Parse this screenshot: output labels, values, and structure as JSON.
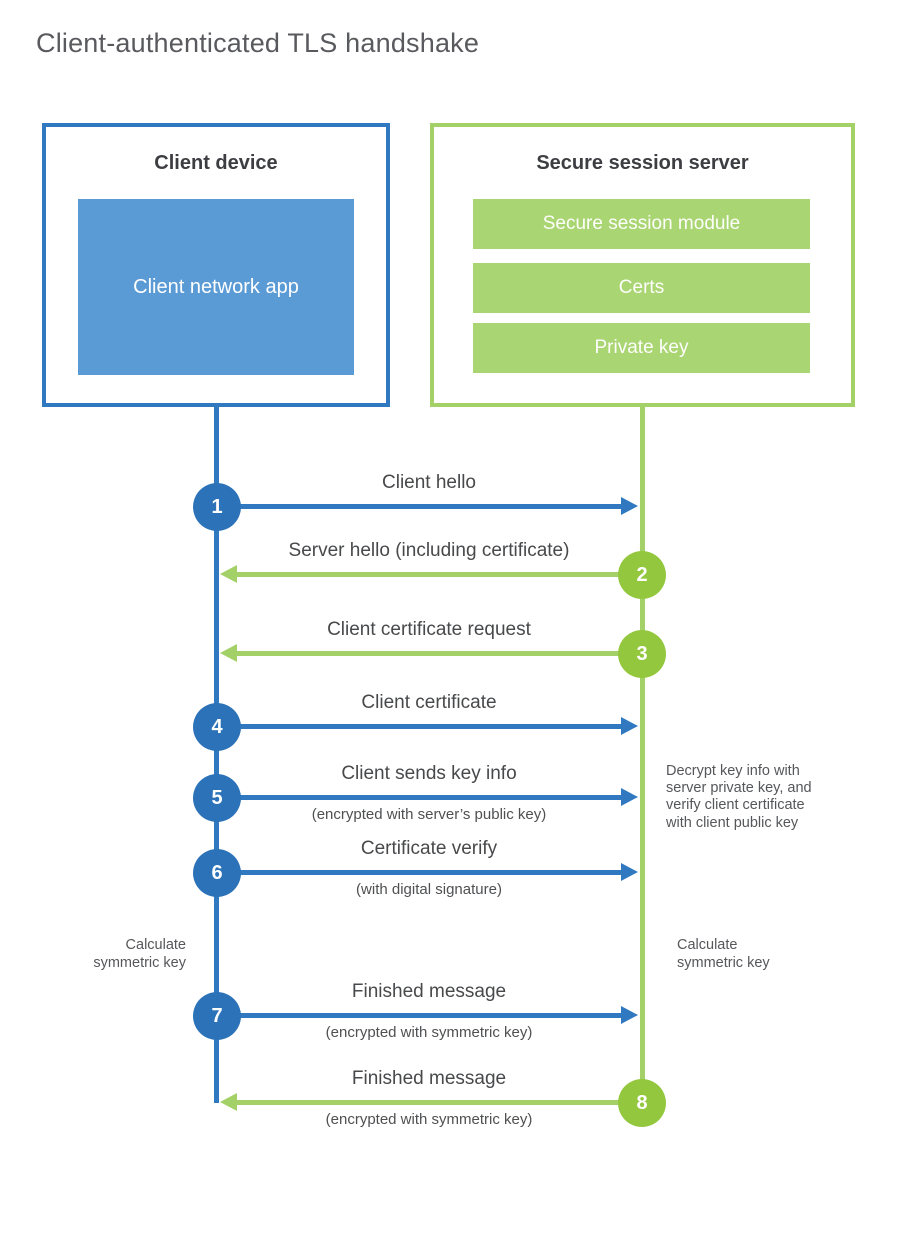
{
  "title": "Client-authenticated TLS handshake",
  "colors": {
    "blue_circle": "#2b72b8",
    "blue_line": "#3078c0",
    "blue_fill": "#5b9bd5",
    "green_circle": "#93c83e",
    "green_line": "#a3d168",
    "green_bar": "#aad573",
    "text_dark": "#3d3e42",
    "text_label": "#48494b",
    "text_note": "#56575a",
    "heading": "#595a5e"
  },
  "client": {
    "title": "Client device",
    "app_label": "Client network app"
  },
  "server": {
    "title": "Secure session server",
    "modules": [
      "Secure session module",
      "Certs",
      "Private key"
    ]
  },
  "messages": [
    {
      "num": "1",
      "direction": "client-to-server",
      "label": "Client hello",
      "sub": ""
    },
    {
      "num": "2",
      "direction": "server-to-client",
      "label": "Server hello (including certificate)",
      "sub": ""
    },
    {
      "num": "3",
      "direction": "server-to-client",
      "label": "Client certificate request",
      "sub": ""
    },
    {
      "num": "4",
      "direction": "client-to-server",
      "label": "Client certificate",
      "sub": ""
    },
    {
      "num": "5",
      "direction": "client-to-server",
      "label": "Client sends key info",
      "sub": "(encrypted with server’s public key)"
    },
    {
      "num": "6",
      "direction": "client-to-server",
      "label": "Certificate verify",
      "sub": "(with digital signature)"
    },
    {
      "num": "7",
      "direction": "client-to-server",
      "label": "Finished message",
      "sub": "(encrypted with symmetric key)"
    },
    {
      "num": "8",
      "direction": "server-to-client",
      "label": "Finished message",
      "sub": "(encrypted with symmetric key)"
    }
  ],
  "notes": {
    "decrypt": "Decrypt key info with server private key, and verify client certificate with client public key",
    "calc_left": "Calculate symmetric key",
    "calc_right": "Calculate symmetric key"
  }
}
